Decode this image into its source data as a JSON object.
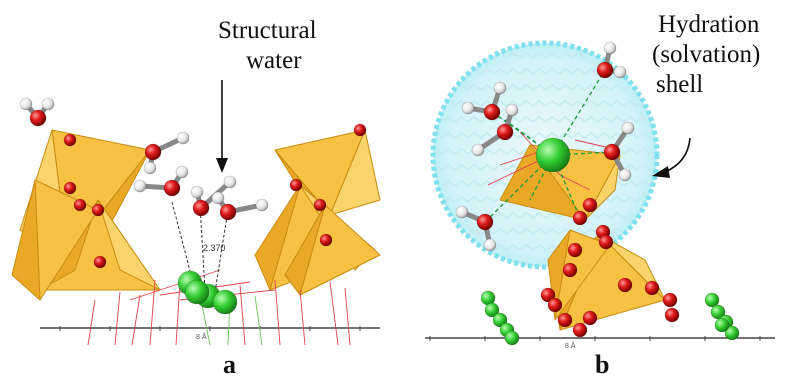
{
  "panels": {
    "a": {
      "letter": "a",
      "callout": [
        "Structural",
        "water"
      ],
      "distance_label": "2.370",
      "scale_label": "8 Å"
    },
    "b": {
      "letter": "b",
      "callout": [
        "Hydration",
        "(solvation)",
        "shell"
      ],
      "scale_label": "8 Å"
    }
  },
  "colors": {
    "tetrahedron": "#f2b535",
    "tetrahedron_edge": "#c98d12",
    "oxygen": "#d81f1f",
    "hydrogen": "#eeeeee",
    "ion": "#33cc33",
    "shell": "#7fe0ee",
    "bond_line": "#e0404a"
  }
}
